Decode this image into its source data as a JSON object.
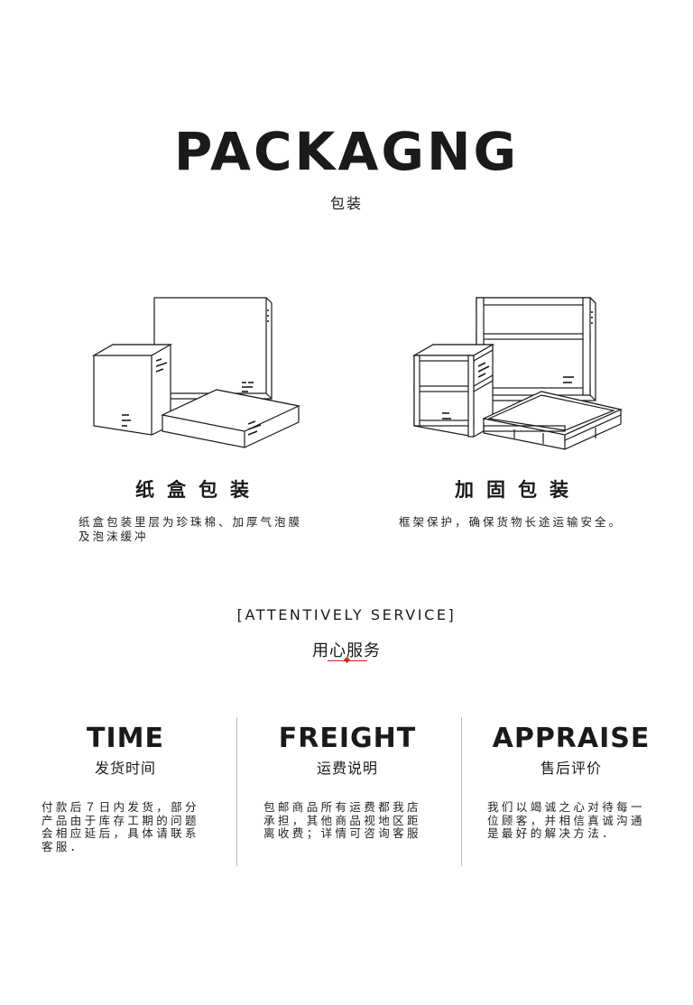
{
  "header": {
    "title": "PACKAGNG",
    "subtitle": "包装"
  },
  "packaging": [
    {
      "name": "纸盒包装",
      "desc_lines": [
        "纸盒包装里层为珍珠棉、加厚气泡膜",
        "及泡沫缓冲"
      ]
    },
    {
      "name": "加固包装",
      "desc_lines": [
        "框架保护，确保货物长途运输安全。"
      ]
    }
  ],
  "service": {
    "tag": "[ATTENTIVELY SERVICE]",
    "subtitle": "用心服务",
    "accent": "#e02020"
  },
  "columns": [
    {
      "title": "TIME",
      "subtitle": "发货时间",
      "desc_lines": [
        "付款后７日内发货，部分",
        "产品由于库存工期的问题",
        "会相应延后，具体请联系",
        "客服．"
      ]
    },
    {
      "title": "FREIGHT",
      "subtitle": "运费说明",
      "desc_lines": [
        "包邮商品所有运费都我店",
        "承担，其他商品视地区距",
        "离收费；详情可咨询客服"
      ]
    },
    {
      "title": "APPRAISE",
      "subtitle": "售后评价",
      "desc_lines": [
        "我们以竭诚之心对待每一",
        "位顾客，并相信真诚沟通",
        "是最好的解决方法．"
      ]
    }
  ]
}
